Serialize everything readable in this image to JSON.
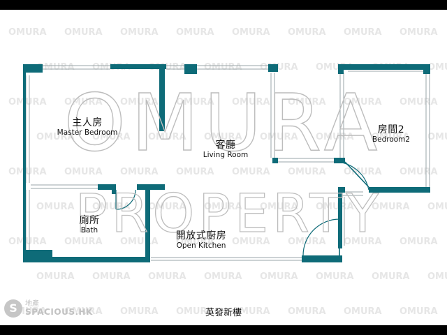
{
  "colors": {
    "wall": "#0e6b78",
    "window": "#9aa5a8",
    "background": "#ffffff",
    "watermark": "#c9c9c9",
    "repeat_watermark": "#e6e6e6"
  },
  "watermark": {
    "line1": "OMURA",
    "line2": "PROPERTY",
    "repeat_text": "OMURA"
  },
  "rooms": {
    "master_bedroom": {
      "zh": "主人房",
      "en": "Master Bedroom"
    },
    "living_room": {
      "zh": "客廳",
      "en": "Living Room"
    },
    "bedroom2": {
      "zh": "房間2",
      "en": "Bedroom2"
    },
    "bath": {
      "zh": "廁所",
      "en": "Bath"
    },
    "open_kitchen": {
      "zh": "開放式廚房",
      "en": "Open Kitchen"
    }
  },
  "building_name": "英發新樓",
  "logo": {
    "mark": "S",
    "text_top": "地產",
    "text_bottom": "SPACIOUS.HK"
  }
}
